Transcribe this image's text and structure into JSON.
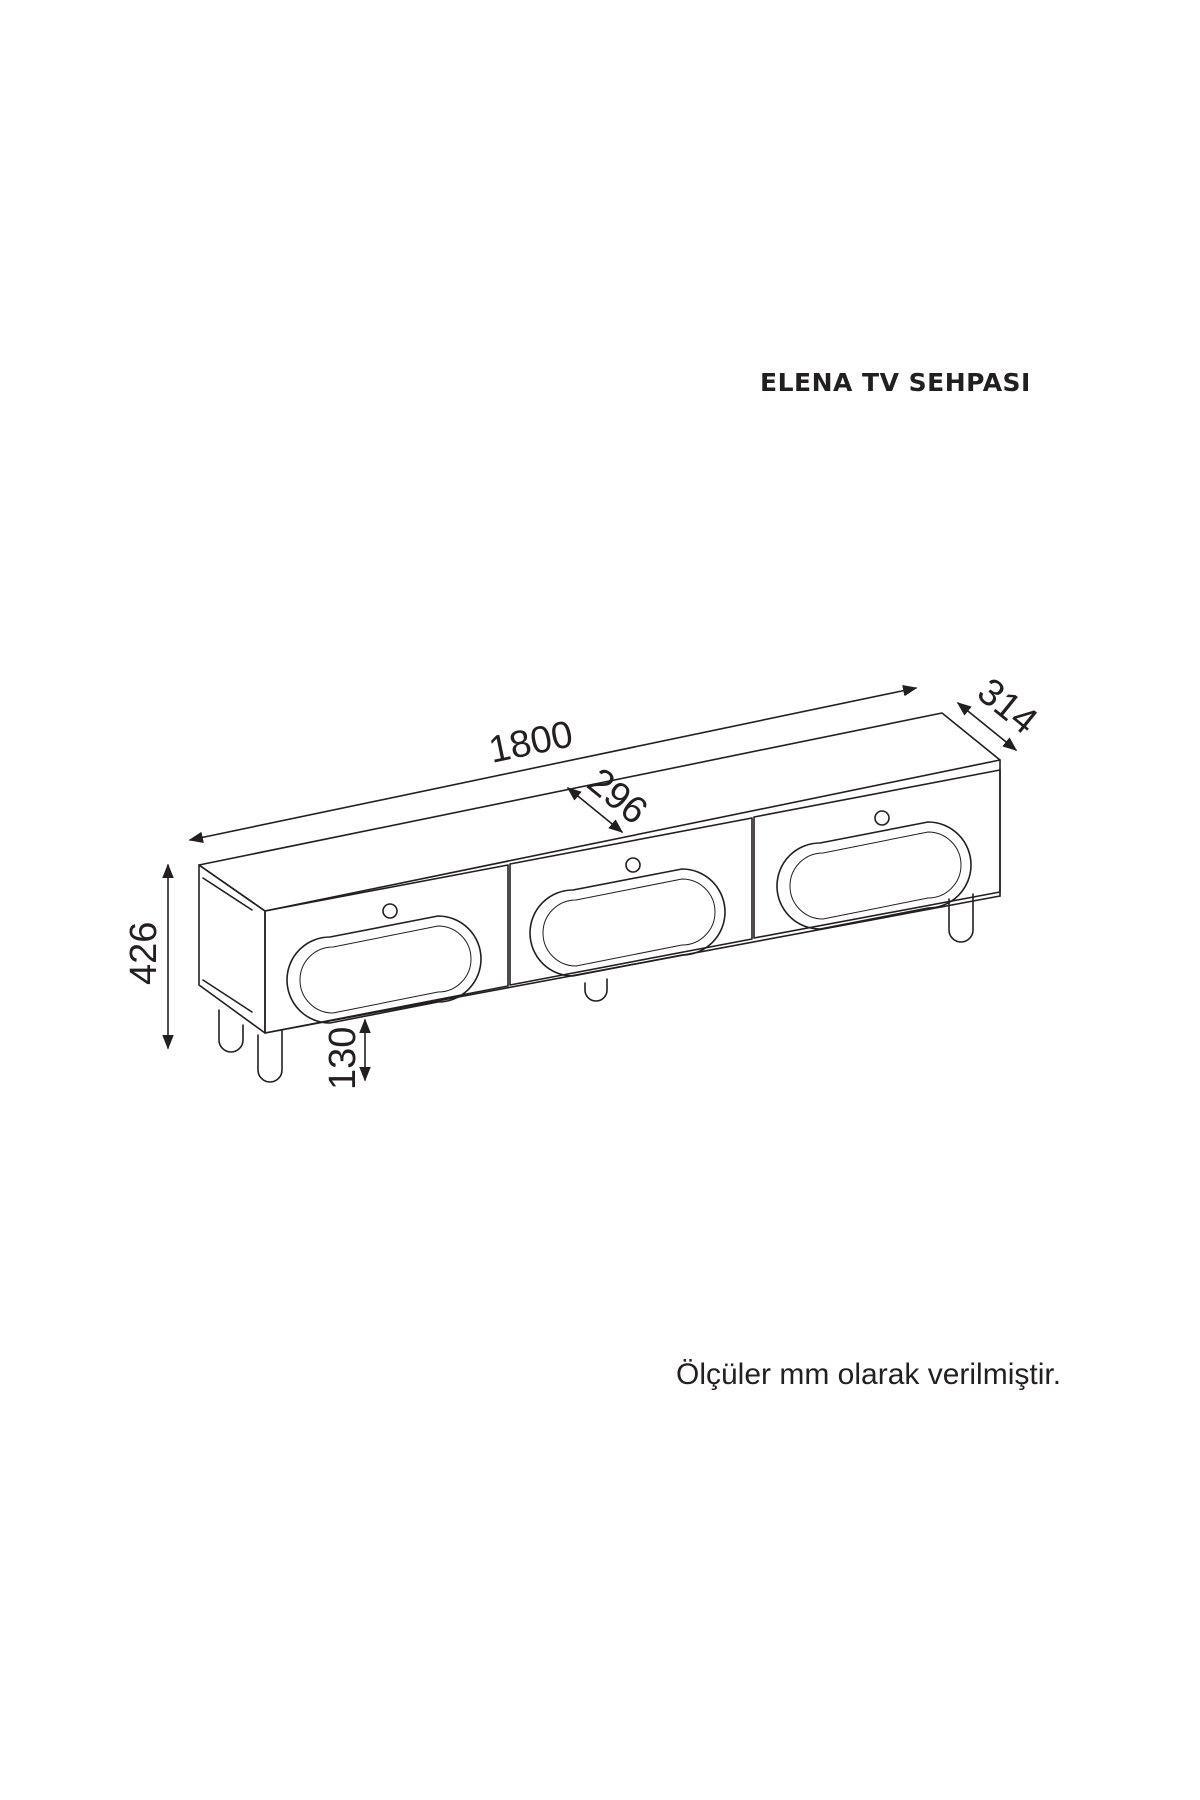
{
  "title": "ELENA TV SEHPASI",
  "note": "Ölçüler mm olarak verilmiştir.",
  "dimensions": {
    "length": "1800",
    "depth": "314",
    "inner_depth": "296",
    "height": "426",
    "leg_height": "130"
  },
  "colors": {
    "line": "#231f20",
    "background": "#ffffff"
  }
}
